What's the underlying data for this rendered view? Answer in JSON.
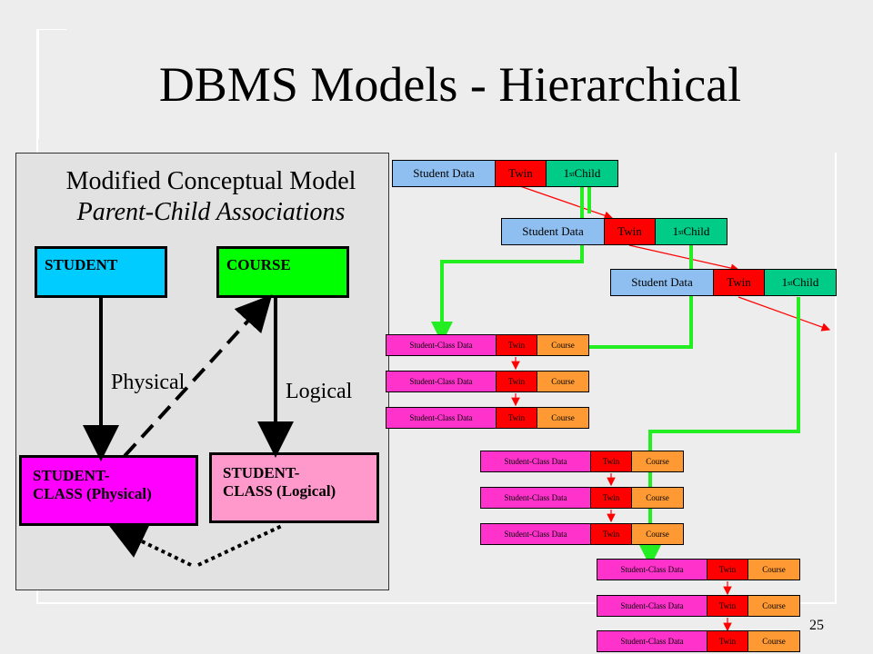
{
  "slide": {
    "title": "DBMS Models - Hierarchical",
    "page_number": "25"
  },
  "model": {
    "title_line1": "Modified Conceptual Model",
    "title_line2": "Parent-Child Associations",
    "student": "STUDENT",
    "course": "COURSE",
    "physical_label": "Physical",
    "logical_label": "Logical",
    "student_class_physical_line1": "STUDENT-",
    "student_class_physical_line2": "CLASS (Physical)",
    "student_class_logical_line1": "STUDENT-",
    "student_class_logical_line2": "CLASS (Logical)"
  },
  "records": {
    "student_data": "Student Data",
    "twin": "Twin",
    "child_prefix": "1",
    "child_sup": "st",
    "child_suffix": " Child",
    "student_class_data": "Student-Class Data",
    "course": "Course"
  },
  "colors": {
    "student_data": "#8fbff0",
    "twin": "#ff0000",
    "first_child": "#00cc88",
    "student_class_data": "#ff33cc",
    "course_field": "#ff9933",
    "student_entity": "#00ccff",
    "course_entity": "#00ff00",
    "sc_physical": "#ff00ff",
    "sc_logical": "#ff99cc",
    "pointer_green": "#22ee22",
    "pointer_red": "#ff0000"
  }
}
